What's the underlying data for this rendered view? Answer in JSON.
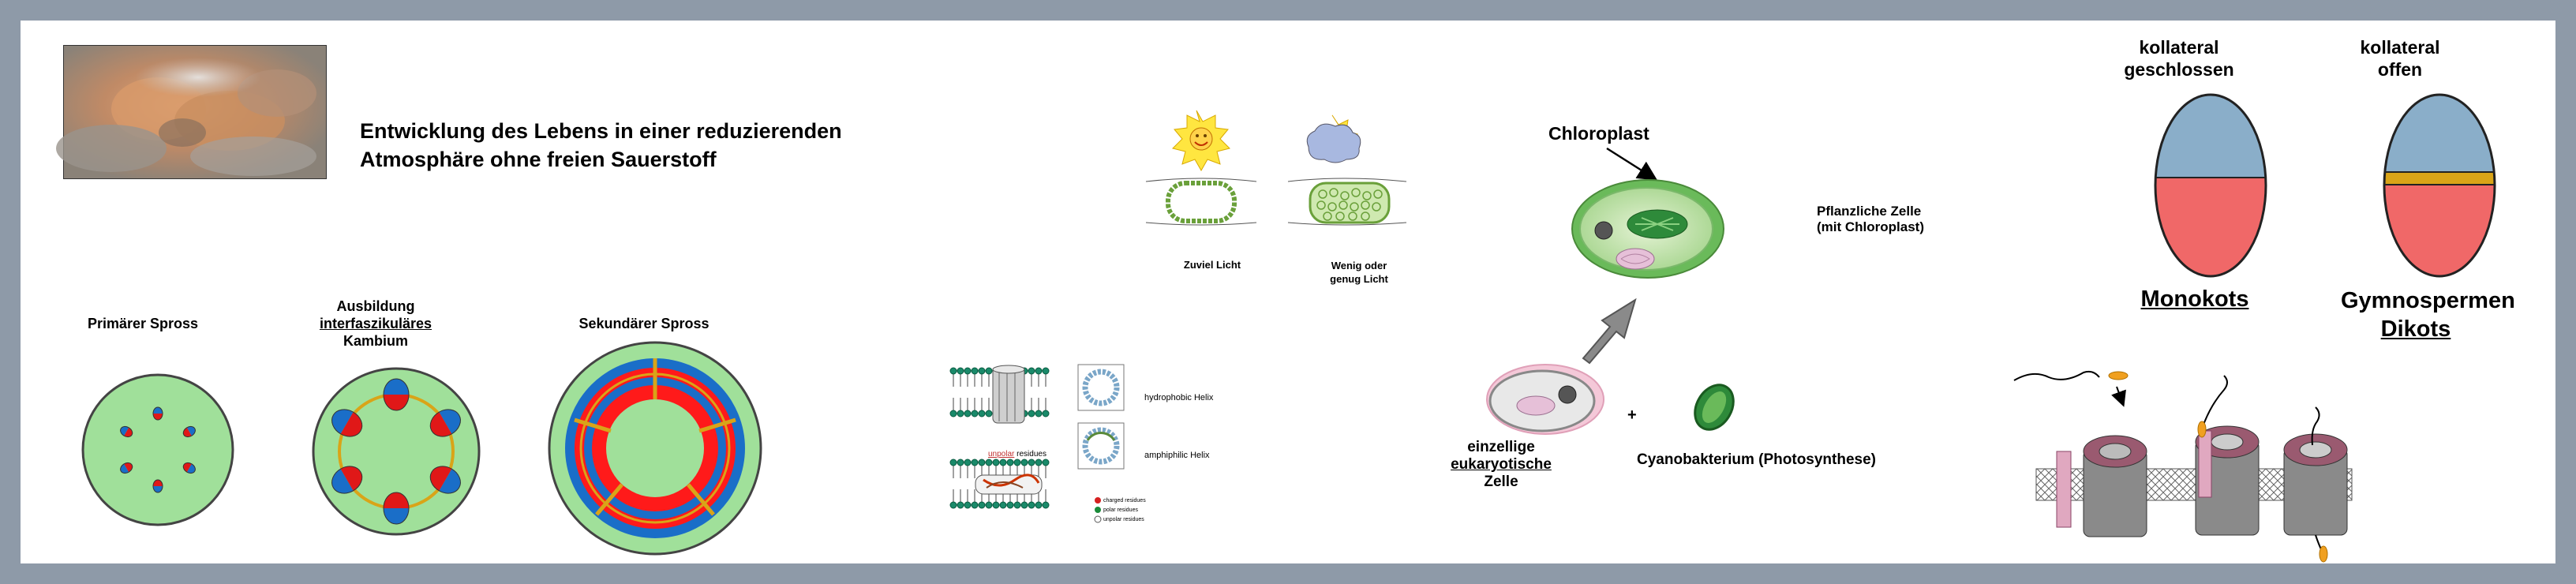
{
  "intro": {
    "title_line1": "Entwicklung des Lebens in einer reduzierenden",
    "title_line2": "Atmosphäre ohne freien Sauerstoff"
  },
  "stems": {
    "primary": "Primärer Spross",
    "cambium_line1": "Ausbildung",
    "cambium_line2": "interfaszikuläres",
    "cambium_line3": "Kambium",
    "secondary": "Sekundärer Spross"
  },
  "light": {
    "too_much": "Zuviel Licht",
    "enough_line1": "Wenig oder",
    "enough_line2": "genug Licht"
  },
  "membrane": {
    "hydrophobic": "hydrophobic Helix",
    "amphiphilic": "amphiphilic Helix",
    "unpolar": "unpolar",
    "residues": "residues",
    "legend": [
      "charged residues",
      "polar residues",
      "unpolar residues"
    ]
  },
  "endosymbiosis": {
    "chloroplast": "Chloroplast",
    "plant_cell_line1": "Pflanzliche Zelle",
    "plant_cell_line2": "(mit Chloroplast)",
    "euk_line1": "einzellige",
    "euk_line2": "eukaryotische",
    "euk_line3": "Zelle",
    "plus": "+",
    "cyano": "Cyanobakterium (Photosynthese)"
  },
  "bundles": {
    "closed_line1": "kollateral",
    "closed_line2": "geschlossen",
    "open_line1": "kollateral",
    "open_line2": "offen",
    "monokots": "Monokots",
    "gymno": "Gymnospermen",
    "dikots": "Dikots"
  },
  "colors": {
    "background": "#8e9aa8",
    "xylem_blue": "#8aaec9",
    "phloem_red": "#f06868",
    "cambium_gold": "#d9a418",
    "stem_green": "#a0e09a"
  }
}
